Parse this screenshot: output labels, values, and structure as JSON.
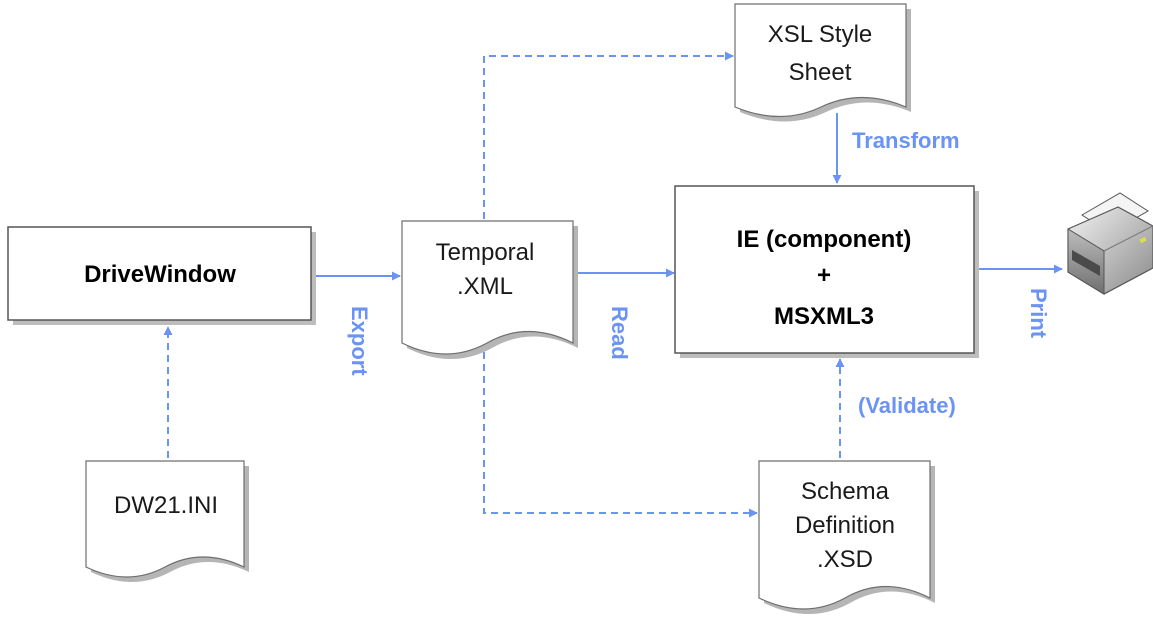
{
  "colors": {
    "arrow": "#6a93f3",
    "label": "#6a93f3",
    "box_border": "#555555",
    "doc_shadow": "#b5b5b5"
  },
  "nodes": {
    "drivewindow": {
      "label": "DriveWindow"
    },
    "ie_component": {
      "line1": "IE (component)",
      "line2": "+",
      "line3": "MSXML3"
    },
    "temporal_xml": {
      "line1": "Temporal",
      "line2": ".XML"
    },
    "xsl_style_sheet": {
      "line1": "XSL Style",
      "line2": "Sheet"
    },
    "schema_definition": {
      "line1": "Schema",
      "line2": "Definition",
      "line3": ".XSD"
    },
    "dw21_ini": {
      "line1": "DW21.INI"
    },
    "printer": {
      "icon": "printer-icon"
    }
  },
  "edge_labels": {
    "export": "Export",
    "read": "Read",
    "transform": "Transform",
    "validate": "(Validate)",
    "print": "Print"
  }
}
